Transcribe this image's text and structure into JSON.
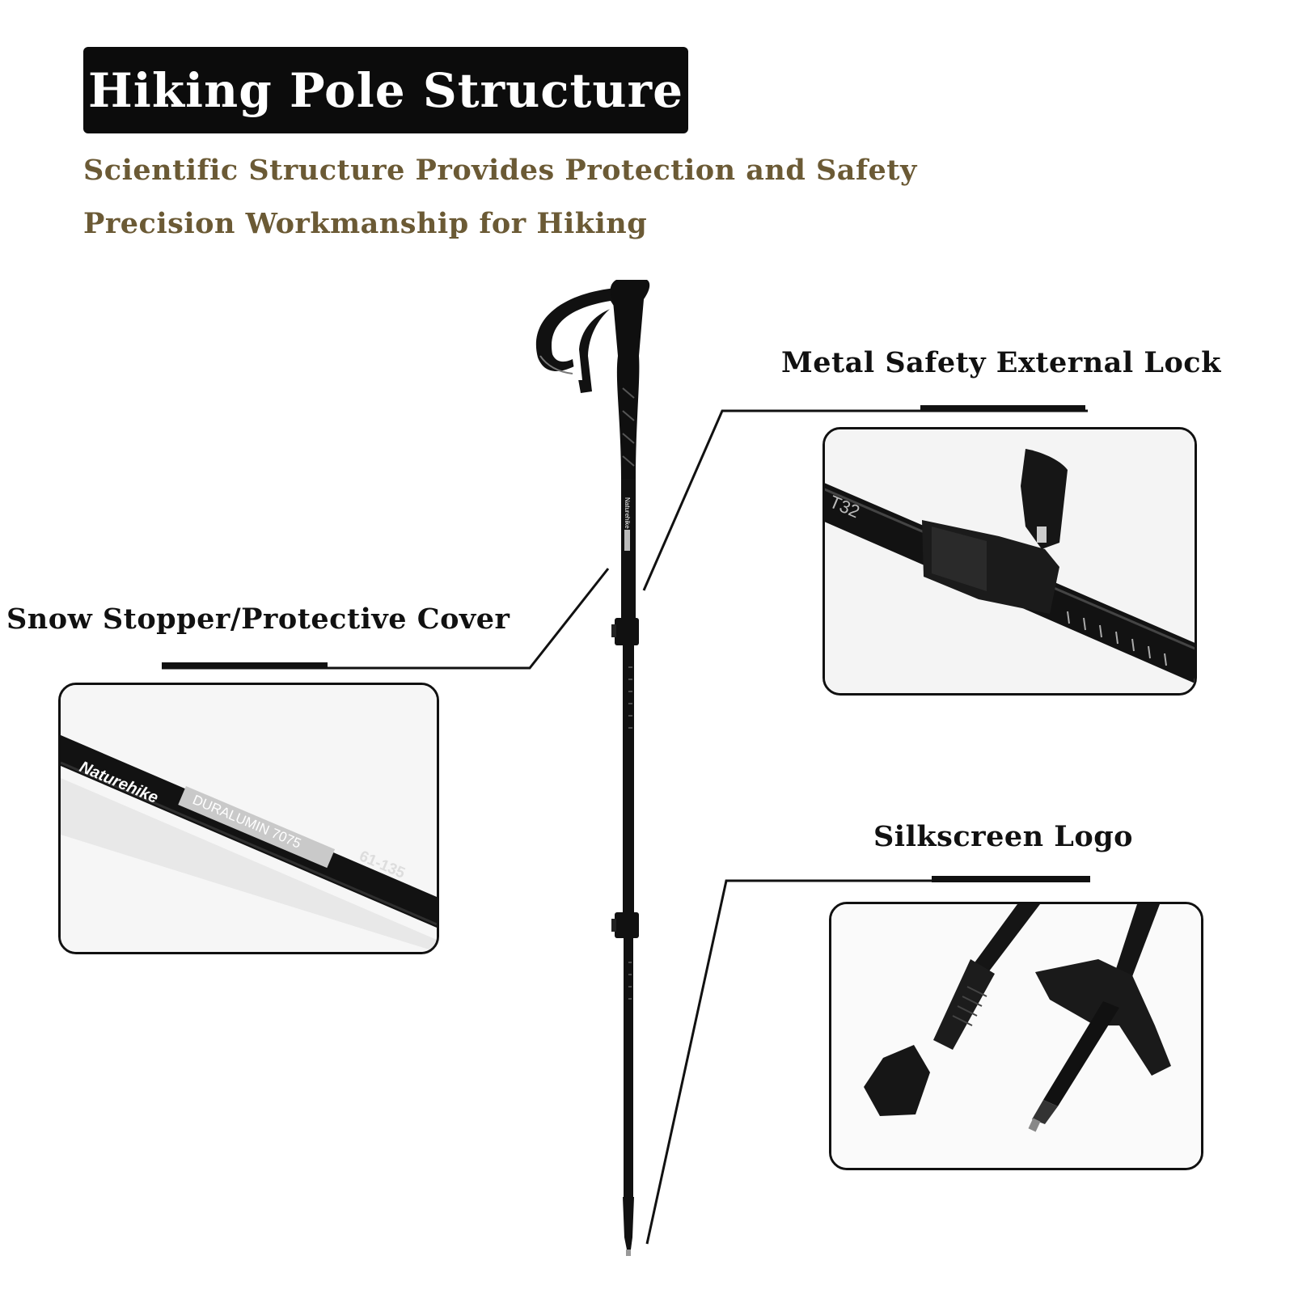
{
  "header": {
    "title": "Hiking Pole Structure",
    "subtitle_1": "Scientific Structure Provides Protection and Safety",
    "subtitle_2": "Precision Workmanship for Hiking"
  },
  "callouts": {
    "metal_lock": {
      "label": "Metal Safety External Lock"
    },
    "snow_stopper": {
      "label": "Snow Stopper/Protective Cover"
    },
    "silkscreen": {
      "label": "Silkscreen Logo"
    }
  },
  "silkscreen_photo": {
    "brand": "Naturehike",
    "material": "DURALUMIN 7075",
    "length_range": "61-135"
  },
  "lock_photo": {
    "model_mark": "T32"
  },
  "colors": {
    "title_background": "#0c0c0c",
    "title_text": "#ffffff",
    "subtitle_text": "#6b5a35",
    "label_text": "#111111"
  }
}
